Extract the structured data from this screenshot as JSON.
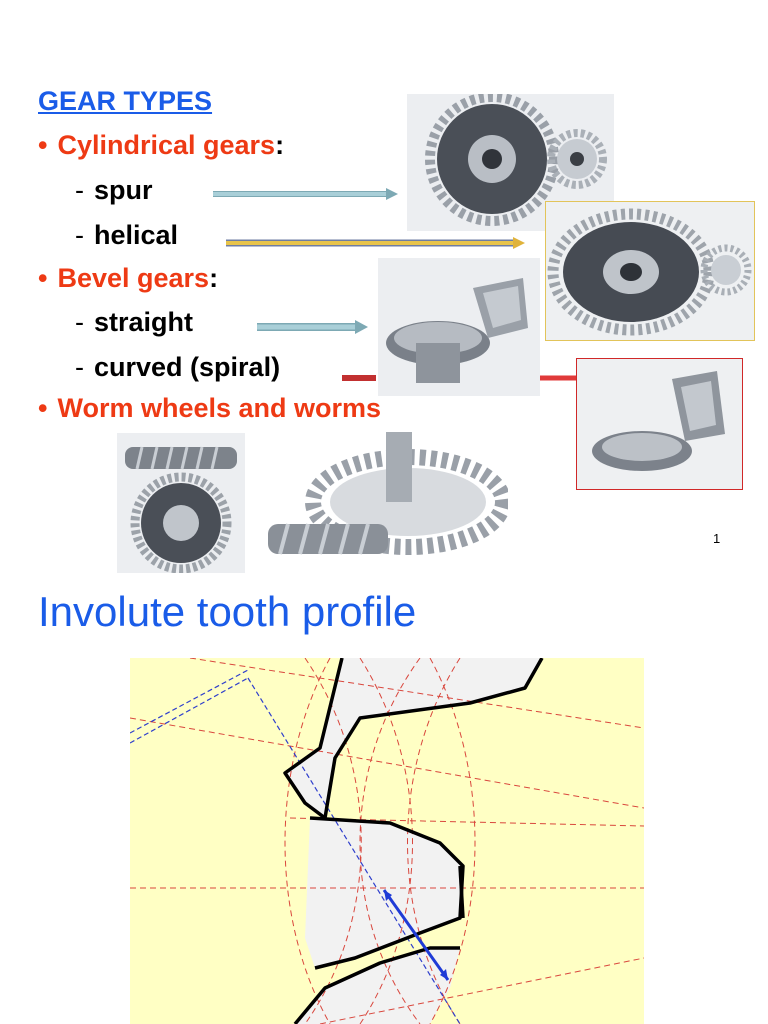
{
  "heading": "GEAR TYPES",
  "bullets": {
    "cylindrical": {
      "bullet": "•",
      "label": "Cylindrical gears",
      "suffix": ":"
    },
    "bevel": {
      "bullet": "•",
      "label": "Bevel gears",
      "suffix": ":"
    },
    "worm": {
      "bullet": "•",
      "label": "Worm wheels and worms"
    }
  },
  "subitems": {
    "spur": {
      "dash": "-",
      "label": "spur"
    },
    "helical": {
      "dash": "-",
      "label": "helical"
    },
    "straight": {
      "dash": "-",
      "label": "straight"
    },
    "curved": {
      "dash": "-",
      "label": "curved (spiral)"
    }
  },
  "page_number": "1",
  "section_title": "Involute tooth profile",
  "colors": {
    "heading_blue": "#1a5ce8",
    "bullet_red": "#ee3a14",
    "arrow_spur": "#a9cfd8",
    "arrow_helical": "#e8c44a",
    "arrow_straight": "#a9cfd8",
    "arrow_curved": "#e03a3a",
    "diagram_bg": "#ffffc4"
  }
}
